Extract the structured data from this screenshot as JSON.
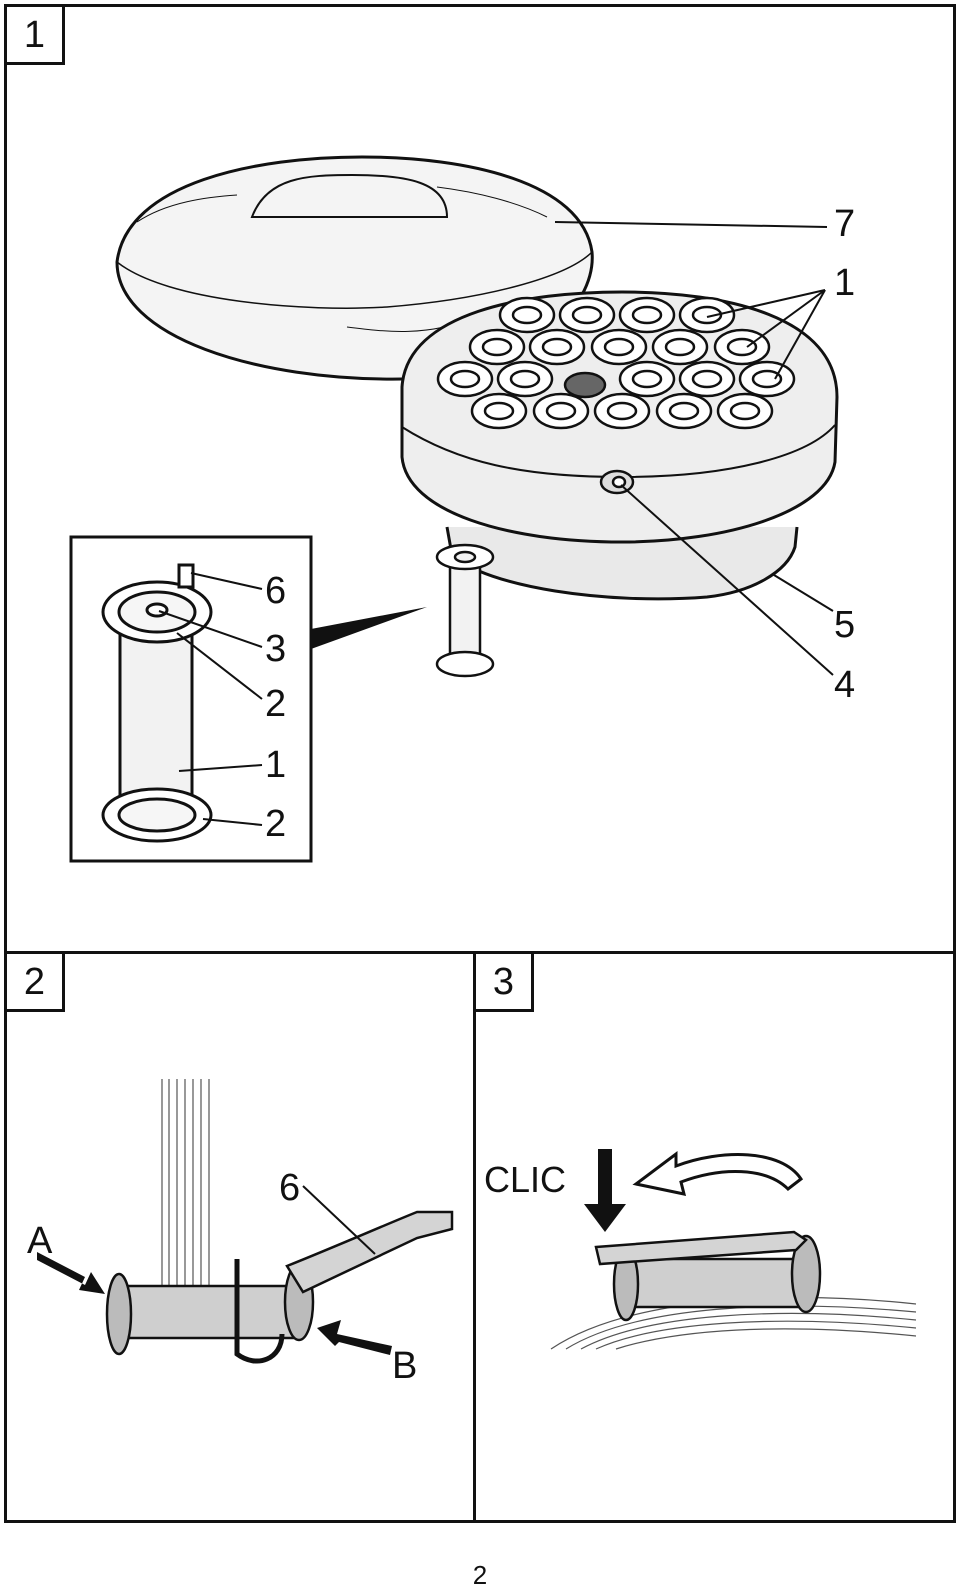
{
  "panels": [
    {
      "id": "1",
      "callouts": [
        "7",
        "1",
        "5",
        "4"
      ],
      "inset_callouts": [
        "6",
        "3",
        "2",
        "1",
        "2"
      ]
    },
    {
      "id": "2",
      "callouts": [
        "6",
        "A",
        "B"
      ]
    },
    {
      "id": "3",
      "callouts": [
        "CLIC"
      ]
    }
  ],
  "page_number": "2"
}
